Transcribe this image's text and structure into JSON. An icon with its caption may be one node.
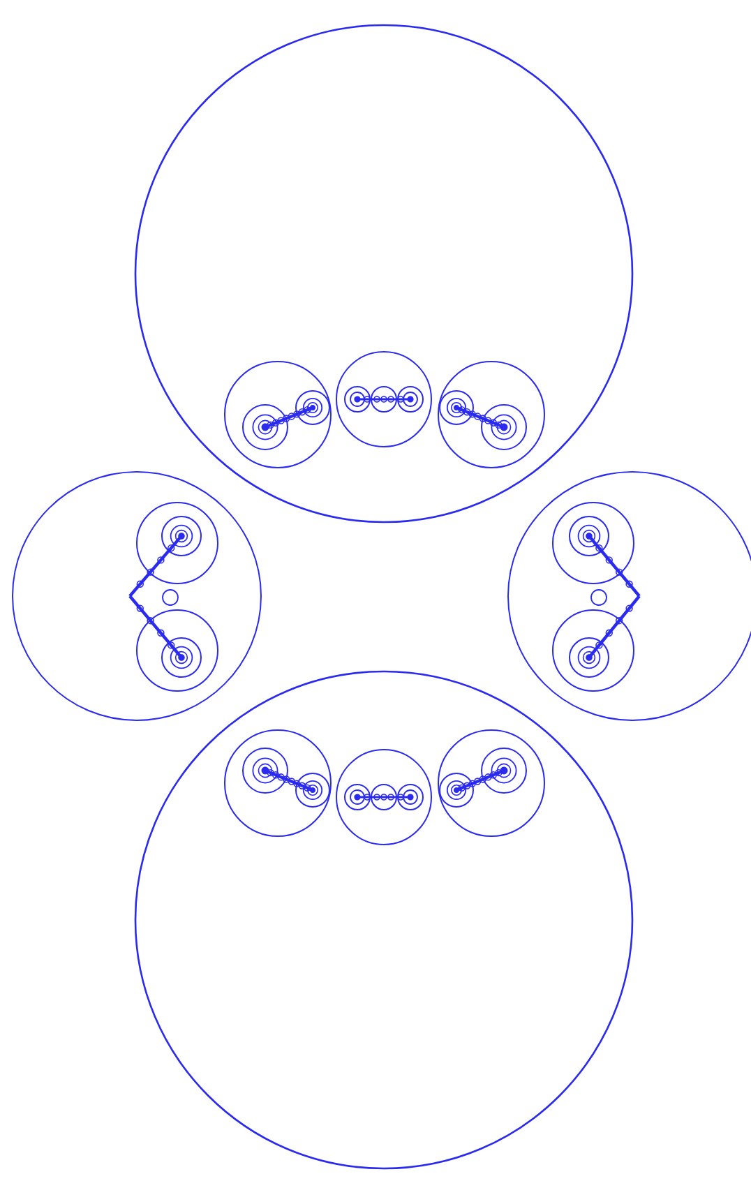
{
  "diagram": {
    "nodes": [
      {
        "text": [],
        "shape": "circle"
      },
      {
        "text": [],
        "shape": "circle",
        "in": 0
      },
      {
        "text": [],
        "shape": "circle",
        "in": 0
      },
      {
        "text": [],
        "shape": "circle",
        "in": 0
      },
      {
        "text": [],
        "shape": "circle"
      },
      {
        "text": [],
        "shape": "circle",
        "in": 4
      },
      {
        "text": [],
        "shape": "circle",
        "in": 4
      },
      {
        "text": [],
        "shape": "circle"
      },
      {
        "text": [],
        "shape": "circle",
        "in": 7
      },
      {
        "text": [],
        "shape": "circle",
        "in": 7
      },
      {
        "text": [],
        "shape": "circle"
      },
      {
        "text": [],
        "shape": "circle",
        "in": 10
      },
      {
        "text": [],
        "shape": "circle",
        "in": 10
      },
      {
        "text": [],
        "shape": "circle",
        "in": 10
      }
    ]
  }
}
